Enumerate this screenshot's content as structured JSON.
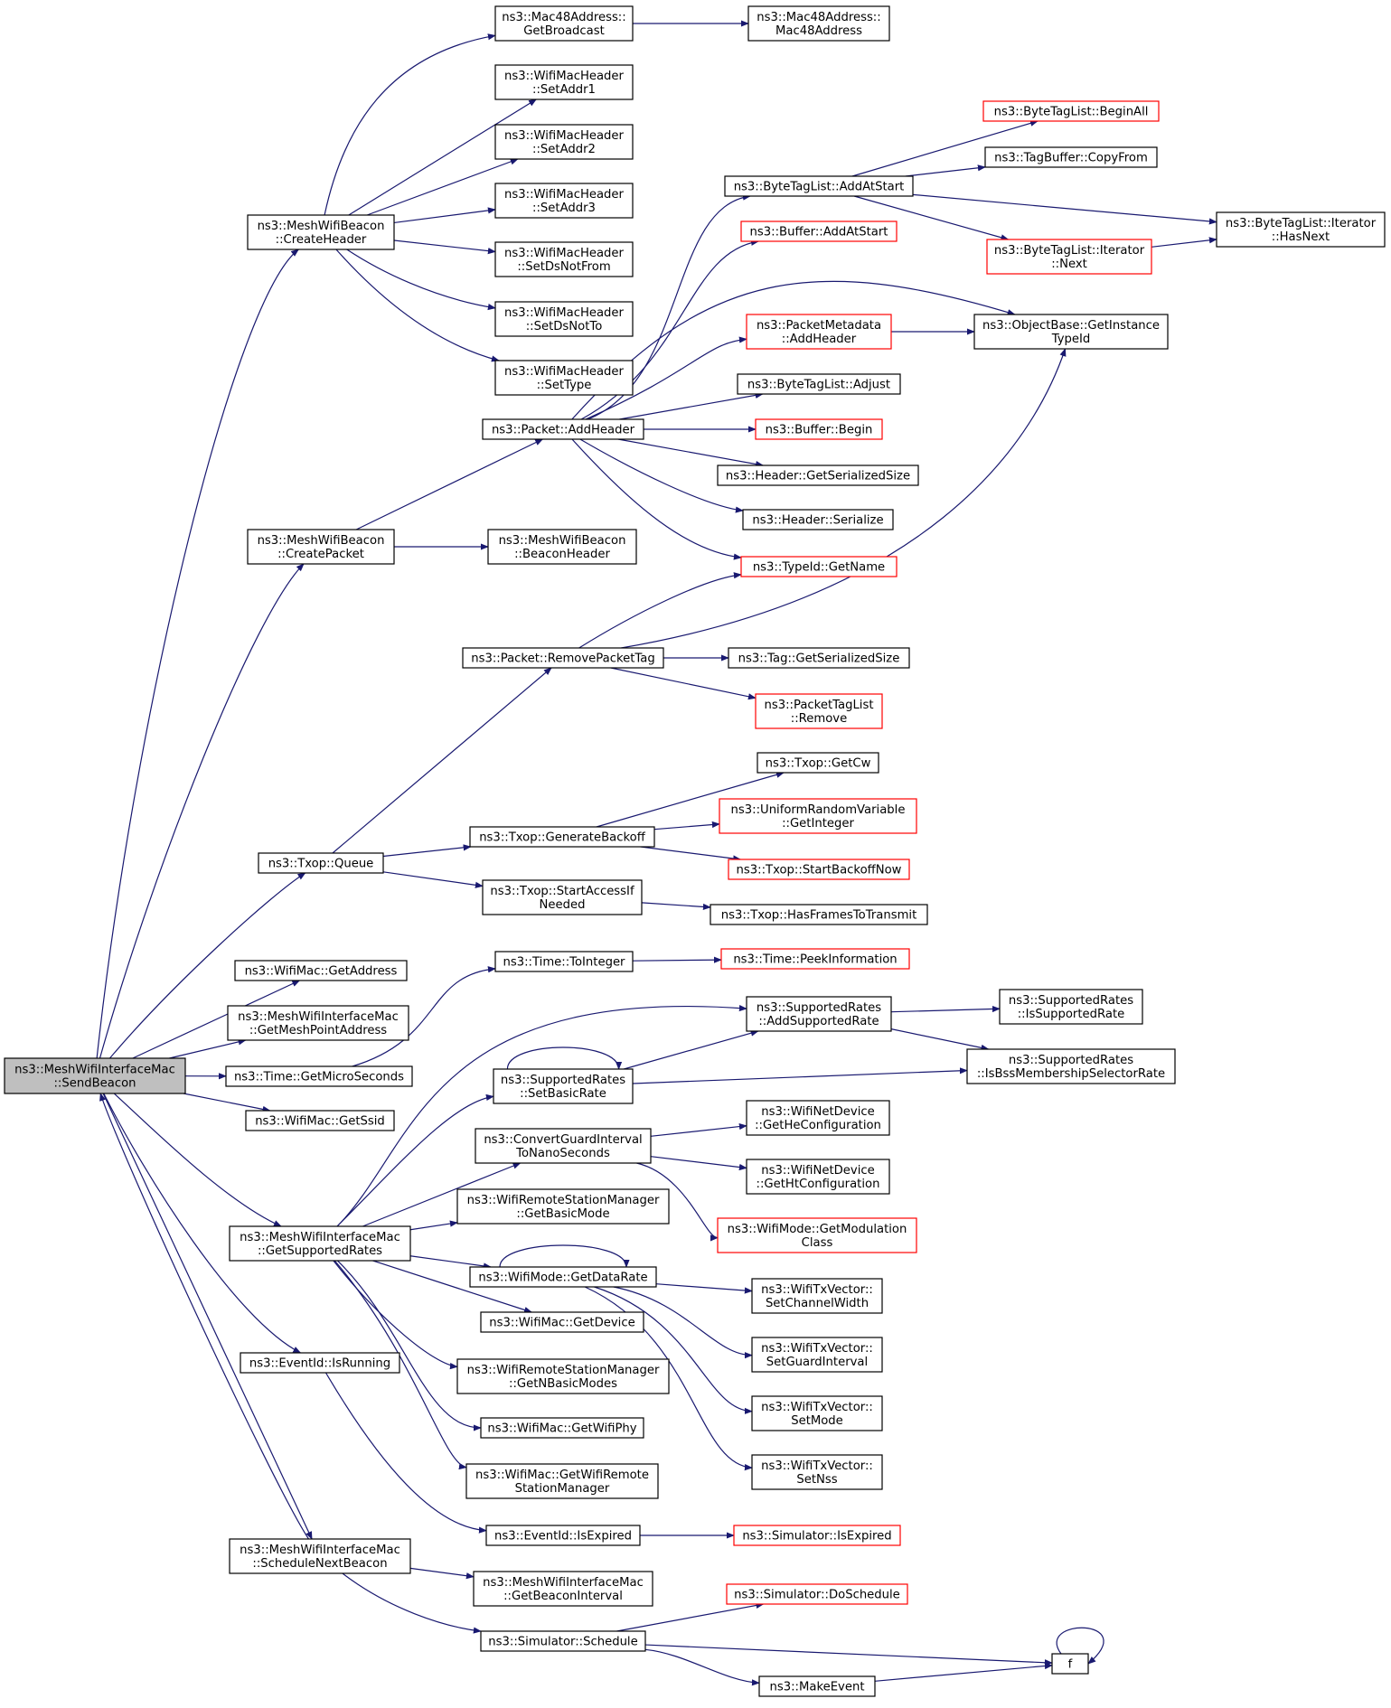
{
  "colors": {
    "edge": "#191970",
    "border": "#000000",
    "border_incomplete": "#ff0000",
    "root_fill": "#bfbfbf",
    "background": "#ffffff"
  },
  "nodes": [
    {
      "id": "root",
      "lines": [
        "ns3::MeshWifiInterfaceMac",
        "::SendBeacon"
      ],
      "style": "root"
    },
    {
      "id": "createHeader",
      "lines": [
        "ns3::MeshWifiBeacon",
        "::CreateHeader"
      ]
    },
    {
      "id": "createPacket",
      "lines": [
        "ns3::MeshWifiBeacon",
        "::CreatePacket"
      ]
    },
    {
      "id": "txopQueue",
      "lines": [
        "ns3::Txop::Queue"
      ]
    },
    {
      "id": "wifiMacGetAddress",
      "lines": [
        "ns3::WifiMac::GetAddress"
      ]
    },
    {
      "id": "getMeshPointAddress",
      "lines": [
        "ns3::MeshWifiInterfaceMac",
        "::GetMeshPointAddress"
      ]
    },
    {
      "id": "timeGetMicroSeconds",
      "lines": [
        "ns3::Time::GetMicroSeconds"
      ]
    },
    {
      "id": "wifiMacGetSsid",
      "lines": [
        "ns3::WifiMac::GetSsid"
      ]
    },
    {
      "id": "getSupportedRates",
      "lines": [
        "ns3::MeshWifiInterfaceMac",
        "::GetSupportedRates"
      ]
    },
    {
      "id": "eventIdIsRunning",
      "lines": [
        "ns3::EventId::IsRunning"
      ]
    },
    {
      "id": "scheduleNextBeacon",
      "lines": [
        "ns3::MeshWifiInterfaceMac",
        "::ScheduleNextBeacon"
      ]
    },
    {
      "id": "getBroadcast",
      "lines": [
        "ns3::Mac48Address::",
        "GetBroadcast"
      ]
    },
    {
      "id": "mac48Address",
      "lines": [
        "ns3::Mac48Address::",
        "Mac48Address"
      ]
    },
    {
      "id": "setAddr1",
      "lines": [
        "ns3::WifiMacHeader",
        "::SetAddr1"
      ]
    },
    {
      "id": "setAddr2",
      "lines": [
        "ns3::WifiMacHeader",
        "::SetAddr2"
      ]
    },
    {
      "id": "setAddr3",
      "lines": [
        "ns3::WifiMacHeader",
        "::SetAddr3"
      ]
    },
    {
      "id": "setDsNotFrom",
      "lines": [
        "ns3::WifiMacHeader",
        "::SetDsNotFrom"
      ]
    },
    {
      "id": "setDsNotTo",
      "lines": [
        "ns3::WifiMacHeader",
        "::SetDsNotTo"
      ]
    },
    {
      "id": "setType",
      "lines": [
        "ns3::WifiMacHeader",
        "::SetType"
      ]
    },
    {
      "id": "packetAddHeader",
      "lines": [
        "ns3::Packet::AddHeader"
      ]
    },
    {
      "id": "beaconHeader",
      "lines": [
        "ns3::MeshWifiBeacon",
        "::BeaconHeader"
      ]
    },
    {
      "id": "removePacketTag",
      "lines": [
        "ns3::Packet::RemovePacketTag"
      ]
    },
    {
      "id": "generateBackoff",
      "lines": [
        "ns3::Txop::GenerateBackoff"
      ]
    },
    {
      "id": "startAccessIfNeeded",
      "lines": [
        "ns3::Txop::StartAccessIf",
        "Needed"
      ]
    },
    {
      "id": "timeToInteger",
      "lines": [
        "ns3::Time::ToInteger"
      ]
    },
    {
      "id": "setBasicRate",
      "lines": [
        "ns3::SupportedRates",
        "::SetBasicRate"
      ]
    },
    {
      "id": "convertGuardInterval",
      "lines": [
        "ns3::ConvertGuardInterval",
        "ToNanoSeconds"
      ]
    },
    {
      "id": "getBasicMode",
      "lines": [
        "ns3::WifiRemoteStationManager",
        "::GetBasicMode"
      ]
    },
    {
      "id": "getDataRate",
      "lines": [
        "ns3::WifiMode::GetDataRate"
      ]
    },
    {
      "id": "wifiMacGetDevice",
      "lines": [
        "ns3::WifiMac::GetDevice"
      ]
    },
    {
      "id": "getNBasicModes",
      "lines": [
        "ns3::WifiRemoteStationManager",
        "::GetNBasicModes"
      ]
    },
    {
      "id": "getWifiPhy",
      "lines": [
        "ns3::WifiMac::GetWifiPhy"
      ]
    },
    {
      "id": "getWifiRemoteStationManager",
      "lines": [
        "ns3::WifiMac::GetWifiRemote",
        "StationManager"
      ]
    },
    {
      "id": "eventIdIsExpired",
      "lines": [
        "ns3::EventId::IsExpired"
      ]
    },
    {
      "id": "getBeaconInterval",
      "lines": [
        "ns3::MeshWifiInterfaceMac",
        "::GetBeaconInterval"
      ]
    },
    {
      "id": "simulatorSchedule",
      "lines": [
        "ns3::Simulator::Schedule"
      ]
    },
    {
      "id": "byteTagListAddAtStart",
      "lines": [
        "ns3::ByteTagList::AddAtStart"
      ]
    },
    {
      "id": "bufferAddAtStart",
      "lines": [
        "ns3::Buffer::AddAtStart"
      ],
      "style": "red"
    },
    {
      "id": "packetMetadataAddHeader",
      "lines": [
        "ns3::PacketMetadata",
        "::AddHeader"
      ],
      "style": "red"
    },
    {
      "id": "byteTagListAdjust",
      "lines": [
        "ns3::ByteTagList::Adjust"
      ]
    },
    {
      "id": "bufferBegin",
      "lines": [
        "ns3::Buffer::Begin"
      ],
      "style": "red"
    },
    {
      "id": "headerGetSerializedSize",
      "lines": [
        "ns3::Header::GetSerializedSize"
      ]
    },
    {
      "id": "headerSerialize",
      "lines": [
        "ns3::Header::Serialize"
      ]
    },
    {
      "id": "typeIdGetName",
      "lines": [
        "ns3::TypeId::GetName"
      ],
      "style": "red"
    },
    {
      "id": "tagGetSerializedSize",
      "lines": [
        "ns3::Tag::GetSerializedSize"
      ]
    },
    {
      "id": "packetTagListRemove",
      "lines": [
        "ns3::PacketTagList",
        "::Remove"
      ],
      "style": "red"
    },
    {
      "id": "txopGetCw",
      "lines": [
        "ns3::Txop::GetCw"
      ]
    },
    {
      "id": "uniformGetInteger",
      "lines": [
        "ns3::UniformRandomVariable",
        "::GetInteger"
      ],
      "style": "red"
    },
    {
      "id": "startBackoffNow",
      "lines": [
        "ns3::Txop::StartBackoffNow"
      ],
      "style": "red"
    },
    {
      "id": "hasFramesToTransmit",
      "lines": [
        "ns3::Txop::HasFramesToTransmit"
      ]
    },
    {
      "id": "timePeekInformation",
      "lines": [
        "ns3::Time::PeekInformation"
      ],
      "style": "red"
    },
    {
      "id": "addSupportedRate",
      "lines": [
        "ns3::SupportedRates",
        "::AddSupportedRate"
      ]
    },
    {
      "id": "getHeConfiguration",
      "lines": [
        "ns3::WifiNetDevice",
        "::GetHeConfiguration"
      ]
    },
    {
      "id": "getHtConfiguration",
      "lines": [
        "ns3::WifiNetDevice",
        "::GetHtConfiguration"
      ]
    },
    {
      "id": "getModulationClass",
      "lines": [
        "ns3::WifiMode::GetModulation",
        "Class"
      ],
      "style": "red"
    },
    {
      "id": "setChannelWidth",
      "lines": [
        "ns3::WifiTxVector::",
        "SetChannelWidth"
      ]
    },
    {
      "id": "setGuardInterval",
      "lines": [
        "ns3::WifiTxVector::",
        "SetGuardInterval"
      ]
    },
    {
      "id": "setMode",
      "lines": [
        "ns3::WifiTxVector::",
        "SetMode"
      ]
    },
    {
      "id": "setNss",
      "lines": [
        "ns3::WifiTxVector::",
        "SetNss"
      ]
    },
    {
      "id": "simulatorIsExpired",
      "lines": [
        "ns3::Simulator::IsExpired"
      ],
      "style": "red"
    },
    {
      "id": "simulatorDoSchedule",
      "lines": [
        "ns3::Simulator::DoSchedule"
      ],
      "style": "red"
    },
    {
      "id": "makeEvent",
      "lines": [
        "ns3::MakeEvent"
      ]
    },
    {
      "id": "f",
      "lines": [
        "f"
      ]
    },
    {
      "id": "byteTagListBeginAll",
      "lines": [
        "ns3::ByteTagList::BeginAll"
      ],
      "style": "red"
    },
    {
      "id": "tagBufferCopyFrom",
      "lines": [
        "ns3::TagBuffer::CopyFrom"
      ]
    },
    {
      "id": "iteratorNext",
      "lines": [
        "ns3::ByteTagList::Iterator",
        "::Next"
      ],
      "style": "red"
    },
    {
      "id": "iteratorHasNext",
      "lines": [
        "ns3::ByteTagList::Iterator",
        "::HasNext"
      ]
    },
    {
      "id": "objectBaseGetInstanceTypeId",
      "lines": [
        "ns3::ObjectBase::GetInstance",
        "TypeId"
      ]
    },
    {
      "id": "isSupportedRate",
      "lines": [
        "ns3::SupportedRates",
        "::IsSupportedRate"
      ]
    },
    {
      "id": "isBssMembershipSelectorRate",
      "lines": [
        "ns3::SupportedRates",
        "::IsBssMembershipSelectorRate"
      ]
    }
  ],
  "edges": [
    [
      "root",
      "createHeader"
    ],
    [
      "root",
      "createPacket"
    ],
    [
      "root",
      "txopQueue"
    ],
    [
      "root",
      "wifiMacGetAddress"
    ],
    [
      "root",
      "getMeshPointAddress"
    ],
    [
      "root",
      "timeGetMicroSeconds"
    ],
    [
      "root",
      "wifiMacGetSsid"
    ],
    [
      "root",
      "getSupportedRates"
    ],
    [
      "root",
      "eventIdIsRunning"
    ],
    [
      "root",
      "scheduleNextBeacon"
    ],
    [
      "createHeader",
      "getBroadcast"
    ],
    [
      "createHeader",
      "setAddr1"
    ],
    [
      "createHeader",
      "setAddr2"
    ],
    [
      "createHeader",
      "setAddr3"
    ],
    [
      "createHeader",
      "setDsNotFrom"
    ],
    [
      "createHeader",
      "setDsNotTo"
    ],
    [
      "createHeader",
      "setType"
    ],
    [
      "getBroadcast",
      "mac48Address"
    ],
    [
      "createPacket",
      "packetAddHeader"
    ],
    [
      "createPacket",
      "beaconHeader"
    ],
    [
      "packetAddHeader",
      "byteTagListAddAtStart"
    ],
    [
      "packetAddHeader",
      "bufferAddAtStart"
    ],
    [
      "packetAddHeader",
      "packetMetadataAddHeader"
    ],
    [
      "packetAddHeader",
      "byteTagListAdjust"
    ],
    [
      "packetAddHeader",
      "bufferBegin"
    ],
    [
      "packetAddHeader",
      "headerGetSerializedSize"
    ],
    [
      "packetAddHeader",
      "headerSerialize"
    ],
    [
      "packetAddHeader",
      "typeIdGetName"
    ],
    [
      "packetAddHeader",
      "objectBaseGetInstanceTypeId"
    ],
    [
      "byteTagListAddAtStart",
      "byteTagListBeginAll"
    ],
    [
      "byteTagListAddAtStart",
      "tagBufferCopyFrom"
    ],
    [
      "byteTagListAddAtStart",
      "iteratorNext"
    ],
    [
      "byteTagListAddAtStart",
      "iteratorHasNext"
    ],
    [
      "iteratorNext",
      "iteratorHasNext"
    ],
    [
      "packetMetadataAddHeader",
      "objectBaseGetInstanceTypeId"
    ],
    [
      "txopQueue",
      "removePacketTag"
    ],
    [
      "txopQueue",
      "generateBackoff"
    ],
    [
      "txopQueue",
      "startAccessIfNeeded"
    ],
    [
      "removePacketTag",
      "typeIdGetName"
    ],
    [
      "removePacketTag",
      "objectBaseGetInstanceTypeId"
    ],
    [
      "removePacketTag",
      "tagGetSerializedSize"
    ],
    [
      "removePacketTag",
      "packetTagListRemove"
    ],
    [
      "generateBackoff",
      "txopGetCw"
    ],
    [
      "generateBackoff",
      "uniformGetInteger"
    ],
    [
      "generateBackoff",
      "startBackoffNow"
    ],
    [
      "startAccessIfNeeded",
      "hasFramesToTransmit"
    ],
    [
      "timeGetMicroSeconds",
      "timeToInteger"
    ],
    [
      "timeToInteger",
      "timePeekInformation"
    ],
    [
      "getSupportedRates",
      "addSupportedRate"
    ],
    [
      "getSupportedRates",
      "setBasicRate"
    ],
    [
      "getSupportedRates",
      "convertGuardInterval"
    ],
    [
      "getSupportedRates",
      "getBasicMode"
    ],
    [
      "getSupportedRates",
      "getDataRate"
    ],
    [
      "getSupportedRates",
      "wifiMacGetDevice"
    ],
    [
      "getSupportedRates",
      "getNBasicModes"
    ],
    [
      "getSupportedRates",
      "getWifiPhy"
    ],
    [
      "getSupportedRates",
      "getWifiRemoteStationManager"
    ],
    [
      "setBasicRate",
      "addSupportedRate"
    ],
    [
      "setBasicRate",
      "setBasicRate"
    ],
    [
      "setBasicRate",
      "isBssMembershipSelectorRate"
    ],
    [
      "addSupportedRate",
      "isSupportedRate"
    ],
    [
      "addSupportedRate",
      "isBssMembershipSelectorRate"
    ],
    [
      "convertGuardInterval",
      "getHeConfiguration"
    ],
    [
      "convertGuardInterval",
      "getHtConfiguration"
    ],
    [
      "convertGuardInterval",
      "getModulationClass"
    ],
    [
      "getDataRate",
      "getDataRate"
    ],
    [
      "getDataRate",
      "setChannelWidth"
    ],
    [
      "getDataRate",
      "setGuardInterval"
    ],
    [
      "getDataRate",
      "setMode"
    ],
    [
      "getDataRate",
      "setNss"
    ],
    [
      "eventIdIsRunning",
      "eventIdIsExpired"
    ],
    [
      "eventIdIsExpired",
      "simulatorIsExpired"
    ],
    [
      "scheduleNextBeacon",
      "root"
    ],
    [
      "scheduleNextBeacon",
      "getBeaconInterval"
    ],
    [
      "scheduleNextBeacon",
      "simulatorSchedule"
    ],
    [
      "simulatorSchedule",
      "simulatorDoSchedule"
    ],
    [
      "simulatorSchedule",
      "makeEvent"
    ],
    [
      "simulatorSchedule",
      "f"
    ],
    [
      "makeEvent",
      "f"
    ],
    [
      "f",
      "f"
    ]
  ]
}
